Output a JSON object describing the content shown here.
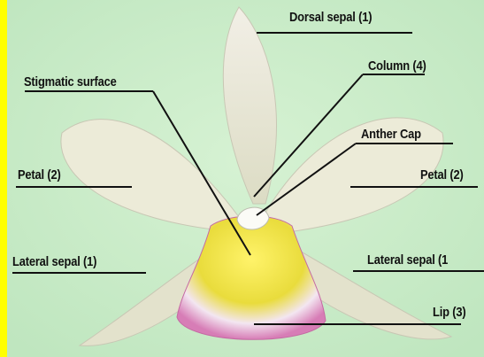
{
  "colors": {
    "frame": "#ffff00",
    "background": "#c9ecc9",
    "petal": "#e9e6d7",
    "lip_yellow": "#f0e23a",
    "lip_pink": "#d884b8",
    "leader_line": "#111111"
  },
  "labels": {
    "dorsal_sepal": "Dorsal sepal (1)",
    "column": "Column (4)",
    "stigmatic_surface": "Stigmatic surface",
    "anther_cap": "Anther Cap",
    "petal_left": "Petal (2)",
    "petal_right": "Petal (2)",
    "lateral_sepal_left": "Lateral sepal (1)",
    "lateral_sepal_right": "Lateral sepal (1",
    "lip": "Lip (3)"
  }
}
